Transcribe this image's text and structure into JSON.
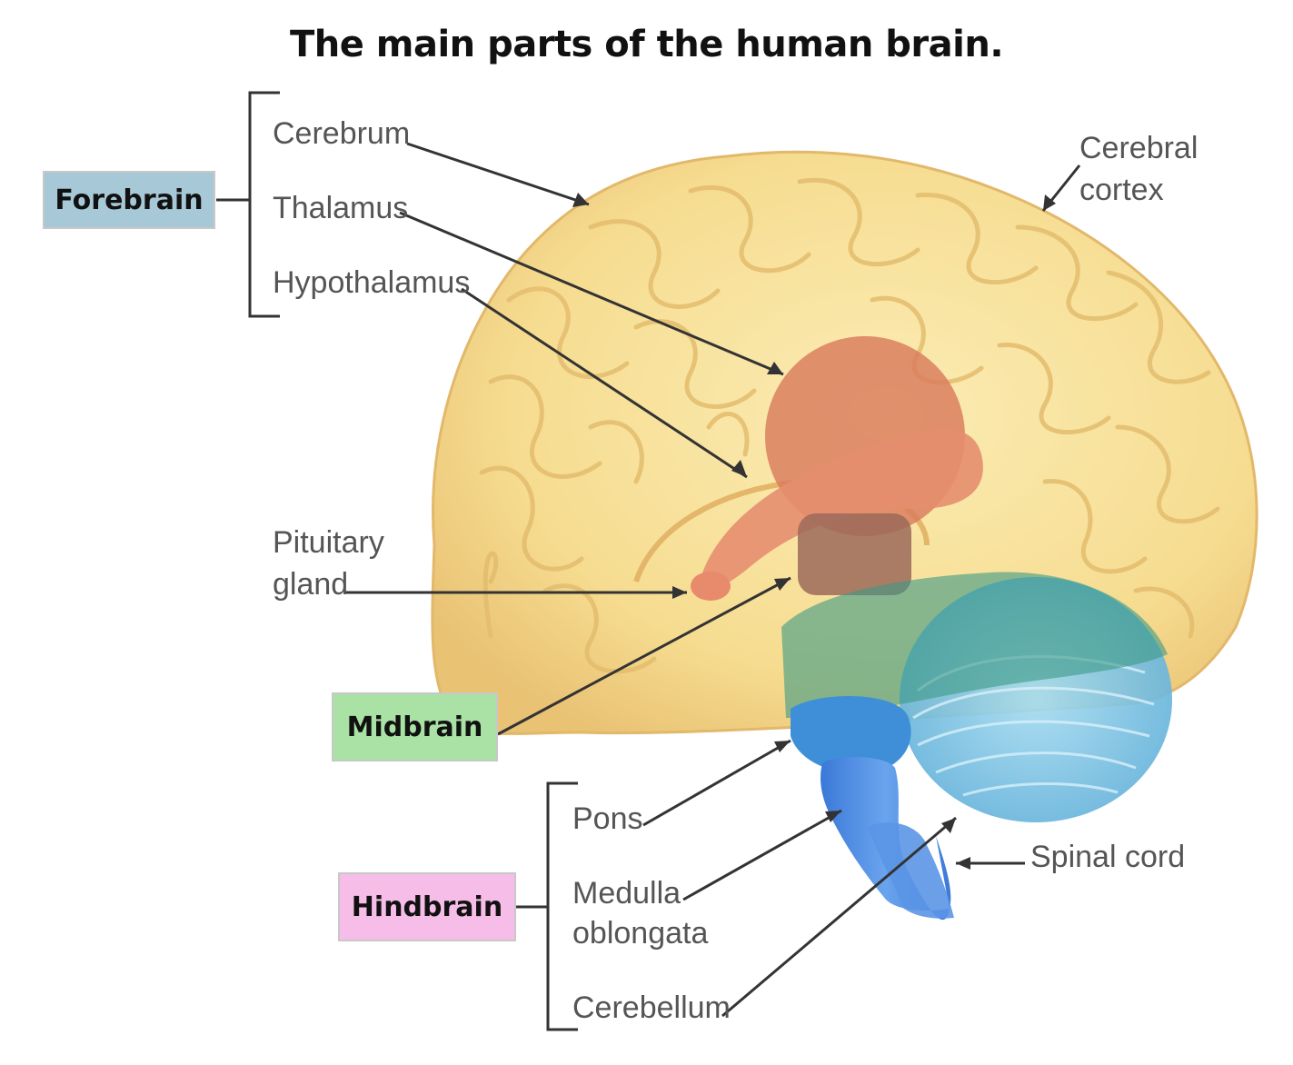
{
  "title": "The main parts of the human brain.",
  "groups": {
    "forebrain": "Forebrain",
    "midbrain": "Midbrain",
    "hindbrain": "Hindbrain"
  },
  "labels": {
    "cerebrum": "Cerebrum",
    "thalamus": "Thalamus",
    "hypothalamus": "Hypothalamus",
    "cerebral_cortex_line1": "Cerebral",
    "cerebral_cortex_line2": "cortex",
    "pituitary_line1": "Pituitary",
    "pituitary_line2": "gland",
    "pons": "Pons",
    "medulla_line1": "Medulla",
    "medulla_line2": "oblongata",
    "cerebellum": "Cerebellum",
    "spinal_cord": "Spinal cord"
  },
  "colors": {
    "forebrain_box": "#a7c8d6",
    "midbrain_box": "#a9e2a4",
    "hindbrain_box": "#f6bde8",
    "brain_fill": "#f6dc90",
    "thalamus_region": "#d97b5c",
    "midbrain_region": "#9c6a5a",
    "pons_region": "#3f8fd8",
    "cerebellum_region": "#79c3e2"
  }
}
